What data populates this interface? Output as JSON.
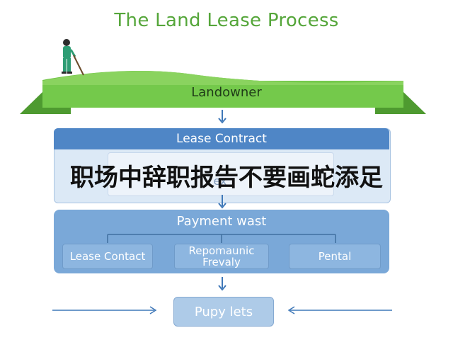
{
  "title": "The Land Lease Process",
  "landowner": {
    "label": "Landowner"
  },
  "lease_contract": {
    "title": "Lease Contract",
    "inner_text": "ex"
  },
  "overlay": {
    "text": "职场中辞职报告不要画蛇添足"
  },
  "payment": {
    "title": "Payment wast",
    "items": [
      {
        "label": "Lease Contact"
      },
      {
        "label": "Repomaunic\nFrevaly"
      },
      {
        "label": "Pental"
      }
    ]
  },
  "bottom": {
    "label": "Pupy lets"
  },
  "colors": {
    "title_green": "#55a63a",
    "land_green": "#5cb83a",
    "header_blue": "#4f86c6",
    "panel_blue": "#7aa8d8",
    "arrow_blue": "#3f78b8"
  },
  "icons": [
    "person-figure-icon",
    "arrow-down-icon",
    "arrow-right-icon",
    "arrow-left-icon"
  ]
}
